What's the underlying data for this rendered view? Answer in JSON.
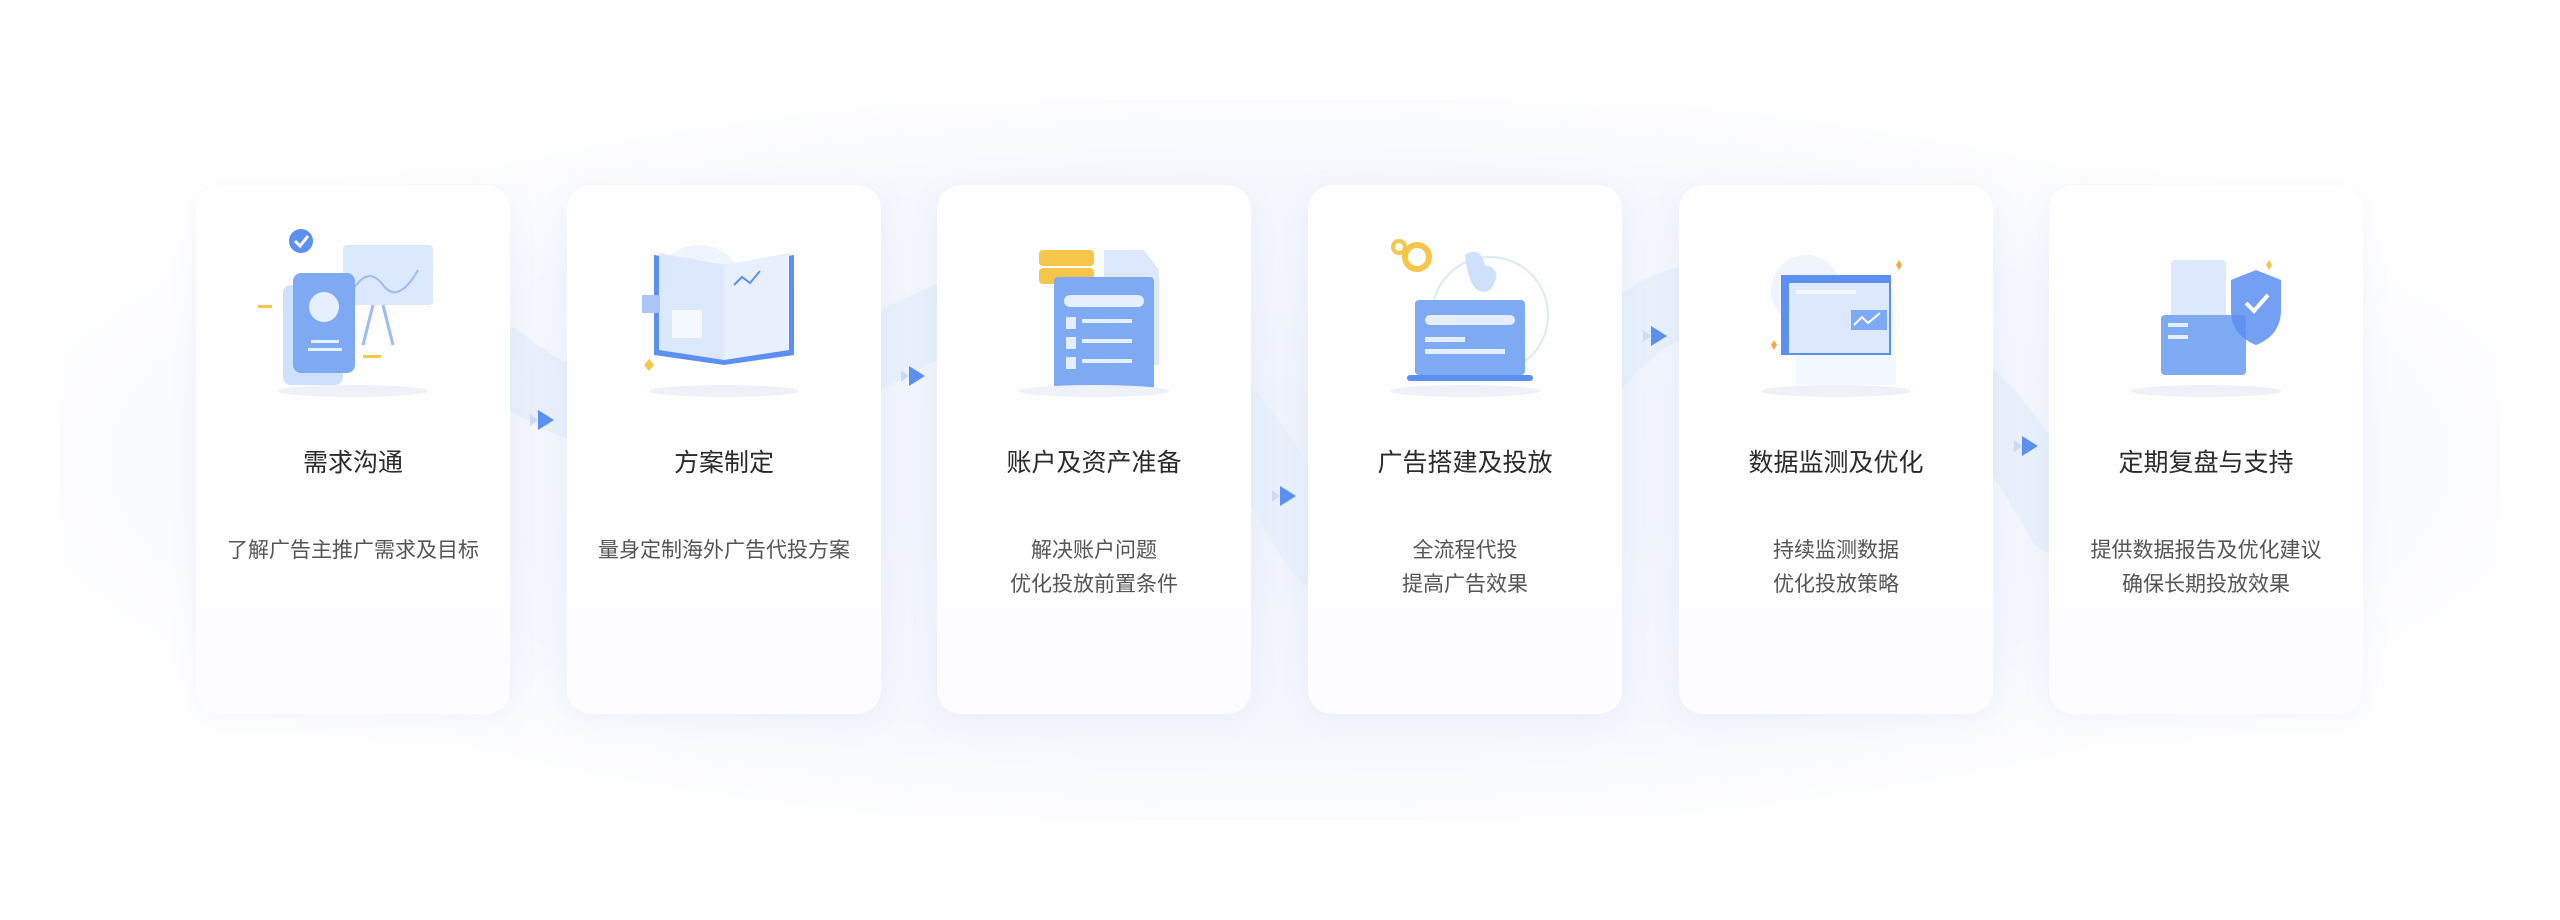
{
  "accent_color": "#5b8ff0",
  "steps": [
    {
      "title": "需求沟通",
      "lines": [
        "了解广告主推广需求及目标"
      ],
      "icon": "profile-document-icon"
    },
    {
      "title": "方案制定",
      "lines": [
        "量身定制海外广告代投方案"
      ],
      "icon": "open-book-icon"
    },
    {
      "title": "账户及资产准备",
      "lines": [
        "解决账户问题",
        "优化投放前置条件"
      ],
      "icon": "account-window-icon"
    },
    {
      "title": "广告搭建及投放",
      "lines": [
        "全流程代投",
        "提高广告效果"
      ],
      "icon": "laptop-gear-icon"
    },
    {
      "title": "数据监测及优化",
      "lines": [
        "持续监测数据",
        "优化投放策略"
      ],
      "icon": "dashboard-icon"
    },
    {
      "title": "定期复盘与支持",
      "lines": [
        "提供数据报告及优化建议",
        "确保长期投放效果"
      ],
      "icon": "shield-report-icon"
    }
  ]
}
